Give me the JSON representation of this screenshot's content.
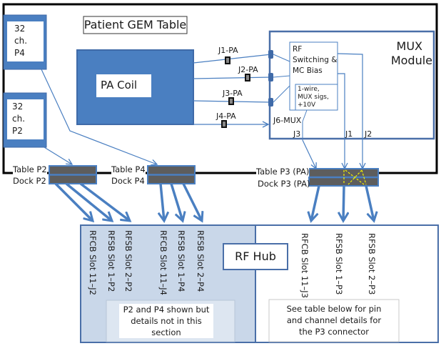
{
  "title": "Patient GEM Table",
  "colors": {
    "blue": "#4a7fc1",
    "dark_blue": "#3f6aa8",
    "connector_gray": "#5d5d5d",
    "hub_left_fill": "#c9d7e9",
    "yellow_dash": "#f2f200",
    "border_black": "#000000"
  },
  "channel_boxes": [
    {
      "id": "p4",
      "lines": [
        "32",
        "ch.",
        "P4"
      ]
    },
    {
      "id": "p2",
      "lines": [
        "32",
        "ch.",
        "P2"
      ]
    }
  ],
  "pa_coil": {
    "label": "PA Coil"
  },
  "pa_connectors": [
    "J1-PA",
    "J2-PA",
    "J3-PA",
    "J4-PA"
  ],
  "mux": {
    "title_line1": "MUX",
    "title_line2": "Module",
    "rf_block": [
      "RF",
      "Switching &",
      "MC Bias"
    ],
    "ctrl_block": [
      "1-wire,",
      "MUX sigs,",
      "+10V"
    ],
    "j6_label": "J6-MUX",
    "outputs": [
      "J3",
      "J1",
      "J2"
    ]
  },
  "table_connectors": [
    {
      "table": "Table P2",
      "dock": "Dock P2"
    },
    {
      "table": "Table P4",
      "dock": "Dock P4"
    },
    {
      "table": "Table P3 (PA)",
      "dock": "Dock P3 (PA)"
    }
  ],
  "rf_hub": {
    "label": "RF Hub",
    "left_slots": [
      "RFCB Slot 11–J2",
      "RFSB Slot 1–P2",
      "RFSB Slot 2–P2",
      "RFCB Slot 11–J4",
      "RFSB Slot 1–P4",
      "RFSB Slot 2–P4"
    ],
    "right_slots": [
      "RFCB Slot 11–J3",
      "RFSB Slot 1–P3",
      "RFSB Slot 2–P3"
    ],
    "left_note": [
      "P2 and P4 shown but",
      "details not in this",
      "section"
    ],
    "right_note": [
      "See table below for pin",
      "and channel details for",
      "the P3 connector"
    ]
  }
}
